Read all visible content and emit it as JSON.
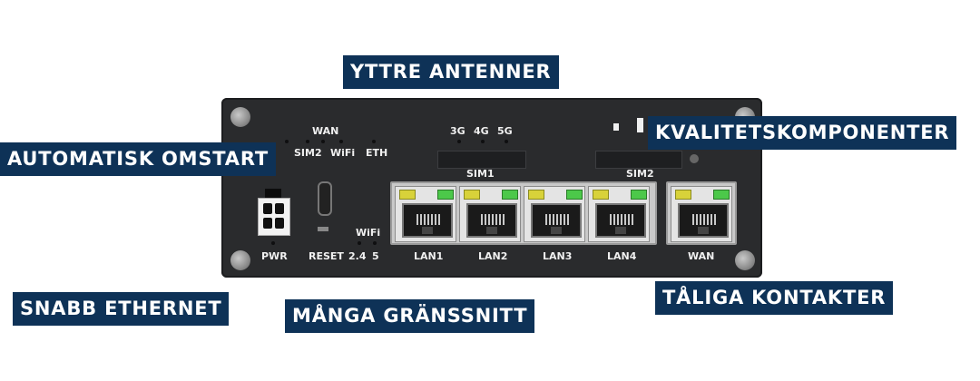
{
  "callouts": {
    "antennas": "YTTRE ANTENNER",
    "quality": "KVALITETSKOMPONENTER",
    "restart": "AUTOMATISK OMSTART",
    "ethernet": "SNABB ETHERNET",
    "interfaces": "MÅNGA GRÄNSSNITT",
    "connectors": "TÅLIGA KONTAKTER"
  },
  "router": {
    "leds_top": {
      "wan": "WAN",
      "sim2": "SIM2",
      "wifi": "WiFi",
      "eth": "ETH"
    },
    "net": {
      "g3": "3G",
      "g4": "4G",
      "g5": "5G"
    },
    "sim1": "SIM1",
    "sim2": "SIM2",
    "pwr": "PWR",
    "reset": "RESET",
    "wifi_bands": {
      "title": "WiFi",
      "b24": "2.4",
      "b5": "5"
    },
    "lan_ports": [
      "LAN1",
      "LAN2",
      "LAN3",
      "LAN4"
    ],
    "wan_port": "WAN"
  },
  "colors": {
    "callout_bg": "#0e3257",
    "router_body": "#2a2b2d",
    "link_led": "#4cc84a",
    "activity_led": "#d8d23a"
  }
}
